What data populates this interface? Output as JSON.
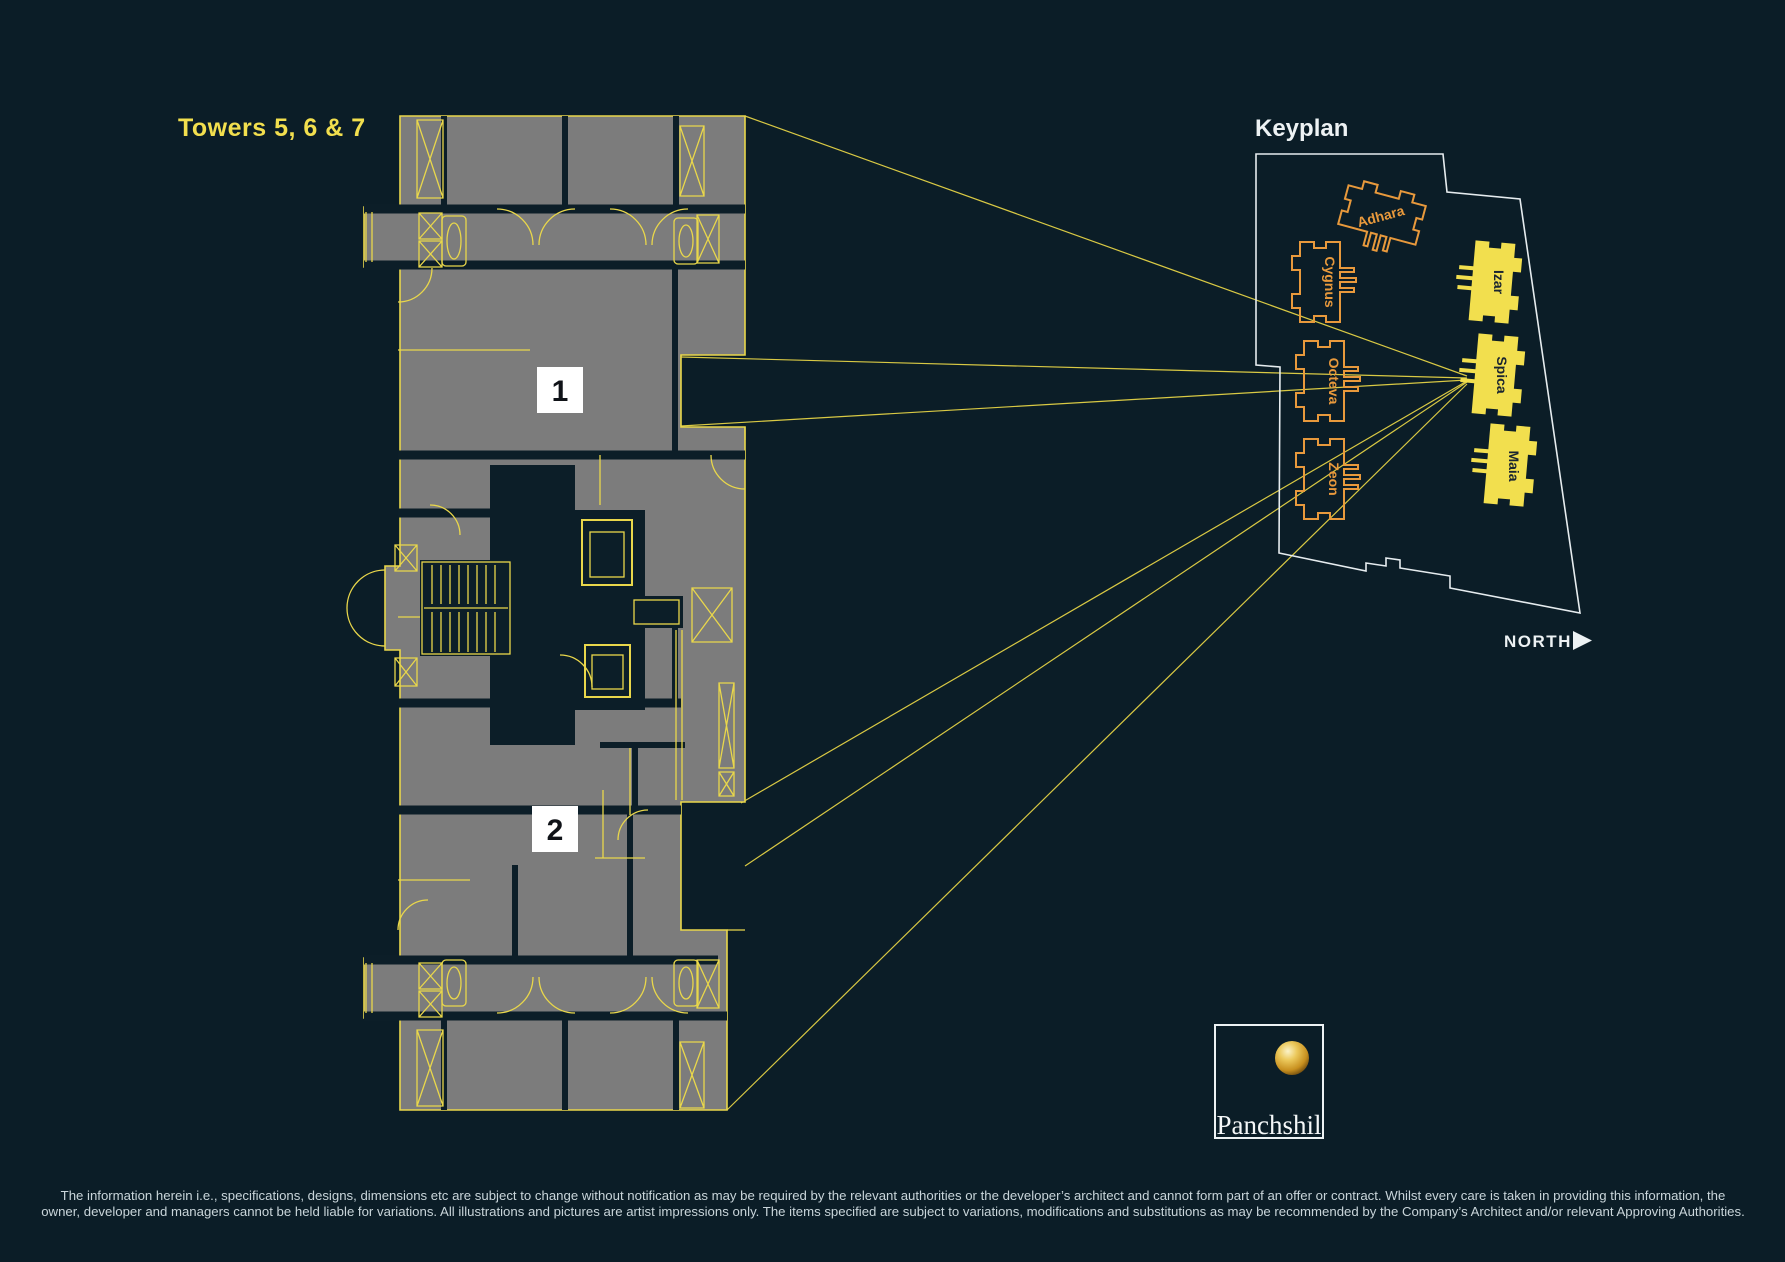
{
  "title": "Towers 5, 6 & 7",
  "floorplan": {
    "units": [
      {
        "label": "1"
      },
      {
        "label": "2"
      }
    ]
  },
  "keyplan": {
    "title": "Keyplan",
    "north_label": "NORTH",
    "buildings": [
      {
        "name": "Adhara",
        "highlighted": false
      },
      {
        "name": "Cygnus",
        "highlighted": false
      },
      {
        "name": "Izar",
        "highlighted": true
      },
      {
        "name": "Octeva",
        "highlighted": false
      },
      {
        "name": "Spica",
        "highlighted": true
      },
      {
        "name": "Zeon",
        "highlighted": false
      },
      {
        "name": "Maia",
        "highlighted": true
      }
    ]
  },
  "logo": {
    "name": "Panchshil"
  },
  "disclaimer": {
    "line1": "The information herein i.e., specifications, designs, dimensions etc are subject to change without notification as may be required by the relevant authorities or the developer’s architect and cannot form part of an offer or contract. Whilst every care is taken in providing this information, the",
    "line2": "owner, developer and managers cannot be held liable for variations. All illustrations and pictures are artist impressions only. The items specified are subject to variations, modifications and substitutions as may be recommended by the Company’s Architect and/or relevant Approving Authorities."
  },
  "colors": {
    "background": "#0B1D27",
    "plan_gray": "#7C7C7C",
    "line_yellow": "#E9D74B",
    "tower_fill": "#F2DF4E",
    "tower_outline": "#E8993C",
    "keyplan_boundary": "#E6ECEF",
    "text_white": "#EDF2F4"
  }
}
